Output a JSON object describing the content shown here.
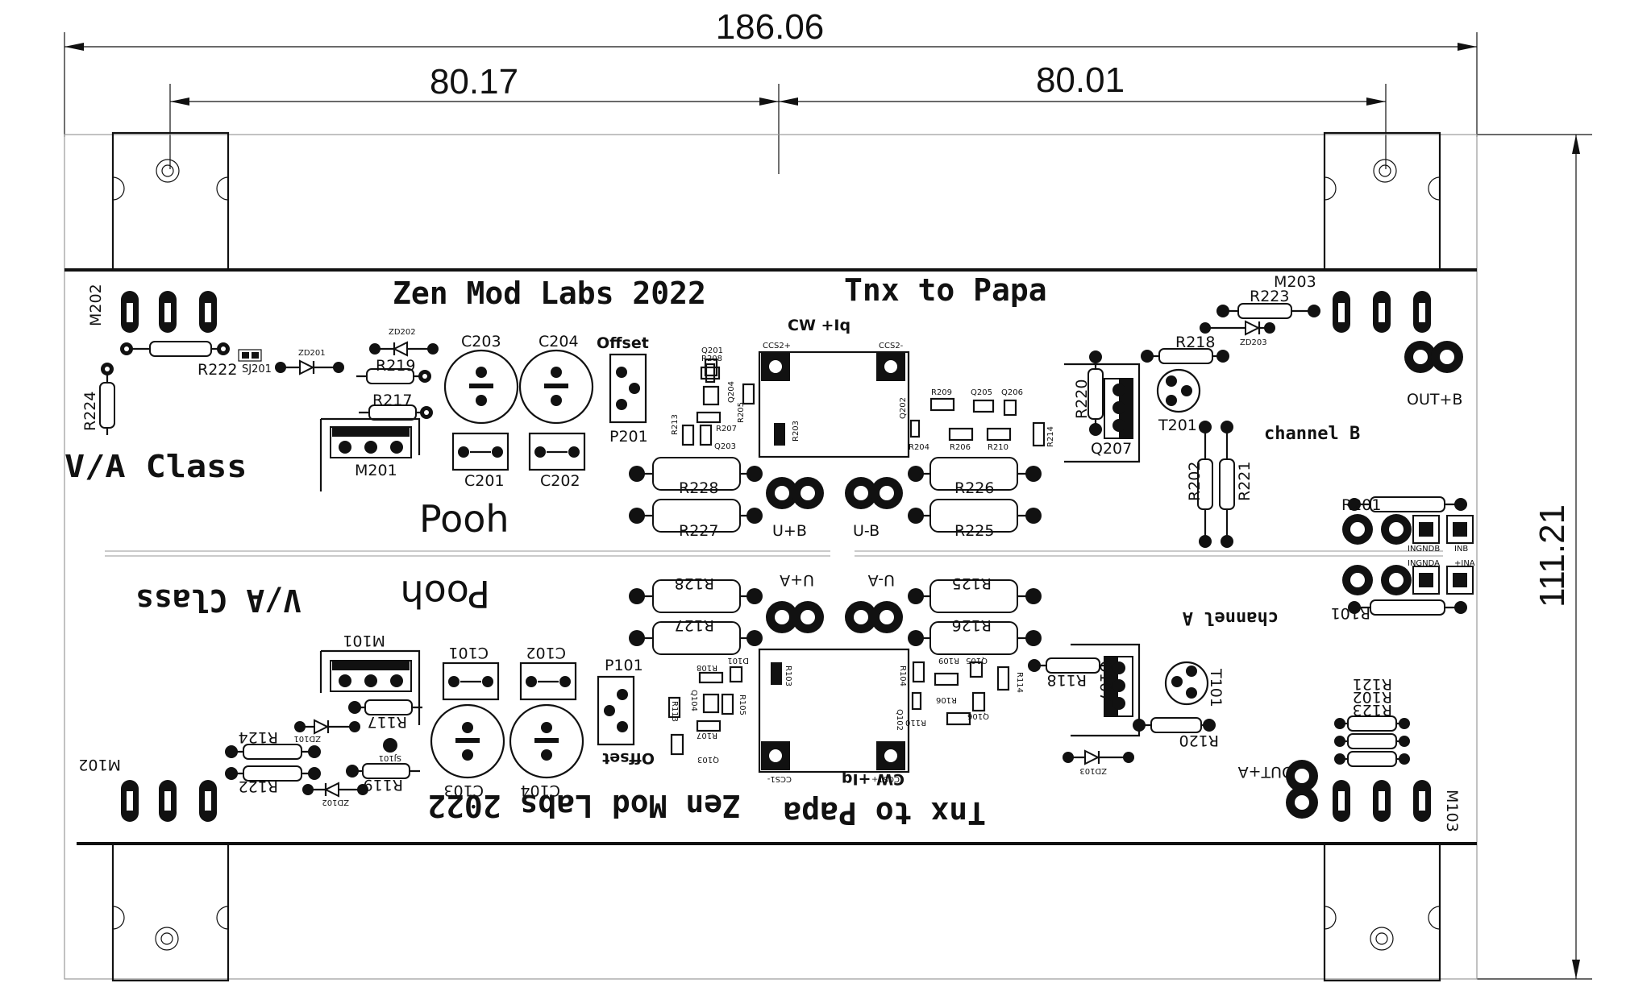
{
  "dimensions": {
    "overall_width": "186.06",
    "left_span": "80.17",
    "right_span": "80.01",
    "overall_height": "111.21"
  },
  "channel_b": {
    "brand": "Zen Mod Labs 2022",
    "thanks": "Tnx to Papa",
    "class_label": "V/A Class",
    "nickname": "Pooh",
    "channel_label": "channel B",
    "ccs_label": "CW +Iq",
    "offset_label": "Offset",
    "rail_pos": "U+B",
    "rail_neg": "U-B",
    "output": "OUT+B",
    "components": {
      "m202": "M202",
      "m203": "M203",
      "m201": "M201",
      "r222": "R222",
      "r224": "R224",
      "sj201": "SJ201",
      "zd201": "ZD201",
      "zd202": "ZD202",
      "r219": "R219",
      "r217": "R217",
      "c203": "C203",
      "c204": "C204",
      "c201": "C201",
      "c202": "C202",
      "p201": "P201",
      "r228": "R228",
      "r227": "R227",
      "r226": "R226",
      "r225": "R225",
      "r223": "R223",
      "zd203": "ZD203",
      "r218": "R218",
      "r220": "R220",
      "q207": "Q207",
      "t201": "T201",
      "r202": "R202",
      "r221": "R221",
      "r201": "R201",
      "q201": "Q201",
      "r208": "R208",
      "q204": "Q204",
      "r205": "R205",
      "r213": "R213",
      "r207": "R207",
      "q203": "Q203",
      "r203": "R203",
      "ccs2p": "CCS2+",
      "ccs2m": "CCS2-",
      "q202": "Q202",
      "r204": "R204",
      "r209": "R209",
      "q205": "Q205",
      "q206": "Q206",
      "r206": "R206",
      "r210": "R210",
      "r214": "R214"
    },
    "gnd_labels": {
      "ingnd": "INGNDB",
      "in": "INB"
    }
  },
  "channel_a": {
    "brand": "Zen Mod Labs 2022",
    "thanks": "Tnx to Papa",
    "class_label": "V/A Class",
    "nickname": "Pooh",
    "channel_label": "channel A",
    "ccs_label": "CW +Iq",
    "offset_label": "Offset",
    "rail_pos": "U+A",
    "rail_neg": "U-A",
    "output": "OUT+A",
    "components": {
      "m102": "M102",
      "m103": "M103",
      "m101": "M101",
      "r124": "R124",
      "r122": "R122",
      "zd101": "ZD101",
      "zd102": "ZD102",
      "sj101": "SJ101",
      "r117": "R117",
      "r119": "R119",
      "c101": "C101",
      "c102": "C102",
      "c103": "C103",
      "c104": "C104",
      "p101": "P101",
      "r128": "R128",
      "r127": "R127",
      "r125": "R125",
      "r126": "R126",
      "r118": "R118",
      "q107": "Q107",
      "t101": "T101",
      "r120": "R120",
      "zd103": "ZD103",
      "r121": "R121",
      "r102": "R102",
      "r123": "R123",
      "r101": "R101",
      "r108": "R108",
      "d101": "D101",
      "q104": "Q104",
      "r105": "R105",
      "r113": "R113",
      "r107": "R107",
      "q103": "Q103",
      "r103": "R103",
      "ccs1p": "CCS1+",
      "ccs1m": "CCS1-",
      "r104": "R104",
      "r109": "R109",
      "q105": "Q105",
      "q102": "Q102",
      "r106": "R106",
      "r110": "R110",
      "q106": "Q106",
      "r114": "R114"
    },
    "gnd_labels": {
      "ingnd": "INGNDA",
      "in": "+INA"
    }
  }
}
